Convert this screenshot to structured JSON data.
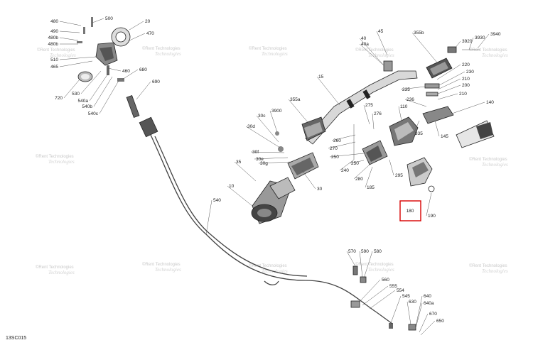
{
  "diagram": {
    "code": "13SC015",
    "highlight": {
      "label": "180",
      "color": "#d90000"
    },
    "watermark": {
      "line1": "©Rent Technologies",
      "line2": "Technologies"
    },
    "callouts": [
      {
        "id": "480",
        "text": "480"
      },
      {
        "id": "500",
        "text": "500"
      },
      {
        "id": "20",
        "text": "20"
      },
      {
        "id": "490",
        "text": "490"
      },
      {
        "id": "480b",
        "text": "480b"
      },
      {
        "id": "470",
        "text": "470"
      },
      {
        "id": "480b2",
        "text": "480b"
      },
      {
        "id": "510",
        "text": "510"
      },
      {
        "id": "465",
        "text": "465"
      },
      {
        "id": "460",
        "text": "460"
      },
      {
        "id": "680",
        "text": "680"
      },
      {
        "id": "530",
        "text": "530"
      },
      {
        "id": "690",
        "text": "690"
      },
      {
        "id": "540a",
        "text": "540a"
      },
      {
        "id": "720",
        "text": "720"
      },
      {
        "id": "540b",
        "text": "540b"
      },
      {
        "id": "540c",
        "text": "540c"
      },
      {
        "id": "45",
        "text": "45"
      },
      {
        "id": "40",
        "text": "40"
      },
      {
        "id": "40a",
        "text": "40a"
      },
      {
        "id": "355b",
        "text": "355b"
      },
      {
        "id": "3930",
        "text": "3930"
      },
      {
        "id": "3940",
        "text": "3940"
      },
      {
        "id": "3920",
        "text": "3920"
      },
      {
        "id": "220",
        "text": "220"
      },
      {
        "id": "230",
        "text": "230"
      },
      {
        "id": "210",
        "text": "210"
      },
      {
        "id": "200",
        "text": "200"
      },
      {
        "id": "15",
        "text": "15"
      },
      {
        "id": "235",
        "text": "235"
      },
      {
        "id": "210b",
        "text": "210"
      },
      {
        "id": "140",
        "text": "140"
      },
      {
        "id": "236",
        "text": "236"
      },
      {
        "id": "355a",
        "text": "355a"
      },
      {
        "id": "275",
        "text": "275"
      },
      {
        "id": "110",
        "text": "110"
      },
      {
        "id": "3900",
        "text": "3900"
      },
      {
        "id": "30c",
        "text": "30c"
      },
      {
        "id": "276",
        "text": "276"
      },
      {
        "id": "335",
        "text": "335"
      },
      {
        "id": "145",
        "text": "145"
      },
      {
        "id": "30d",
        "text": "30d"
      },
      {
        "id": "260",
        "text": "260"
      },
      {
        "id": "270",
        "text": "270"
      },
      {
        "id": "250",
        "text": "250"
      },
      {
        "id": "30f",
        "text": "30f"
      },
      {
        "id": "30e",
        "text": "30e"
      },
      {
        "id": "30g",
        "text": "30g"
      },
      {
        "id": "35",
        "text": "35"
      },
      {
        "id": "240",
        "text": "240"
      },
      {
        "id": "280",
        "text": "280"
      },
      {
        "id": "295",
        "text": "295"
      },
      {
        "id": "250b",
        "text": "250"
      },
      {
        "id": "185",
        "text": "185"
      },
      {
        "id": "10",
        "text": "10"
      },
      {
        "id": "30",
        "text": "30"
      },
      {
        "id": "540",
        "text": "540"
      },
      {
        "id": "190",
        "text": "190"
      },
      {
        "id": "570",
        "text": "570"
      },
      {
        "id": "590",
        "text": "590"
      },
      {
        "id": "580",
        "text": "580"
      },
      {
        "id": "560",
        "text": "560"
      },
      {
        "id": "555",
        "text": "555"
      },
      {
        "id": "554",
        "text": "554"
      },
      {
        "id": "545",
        "text": "545"
      },
      {
        "id": "630",
        "text": "630"
      },
      {
        "id": "640",
        "text": "640"
      },
      {
        "id": "640a",
        "text": "640a"
      },
      {
        "id": "670",
        "text": "670"
      },
      {
        "id": "650",
        "text": "650"
      }
    ]
  }
}
